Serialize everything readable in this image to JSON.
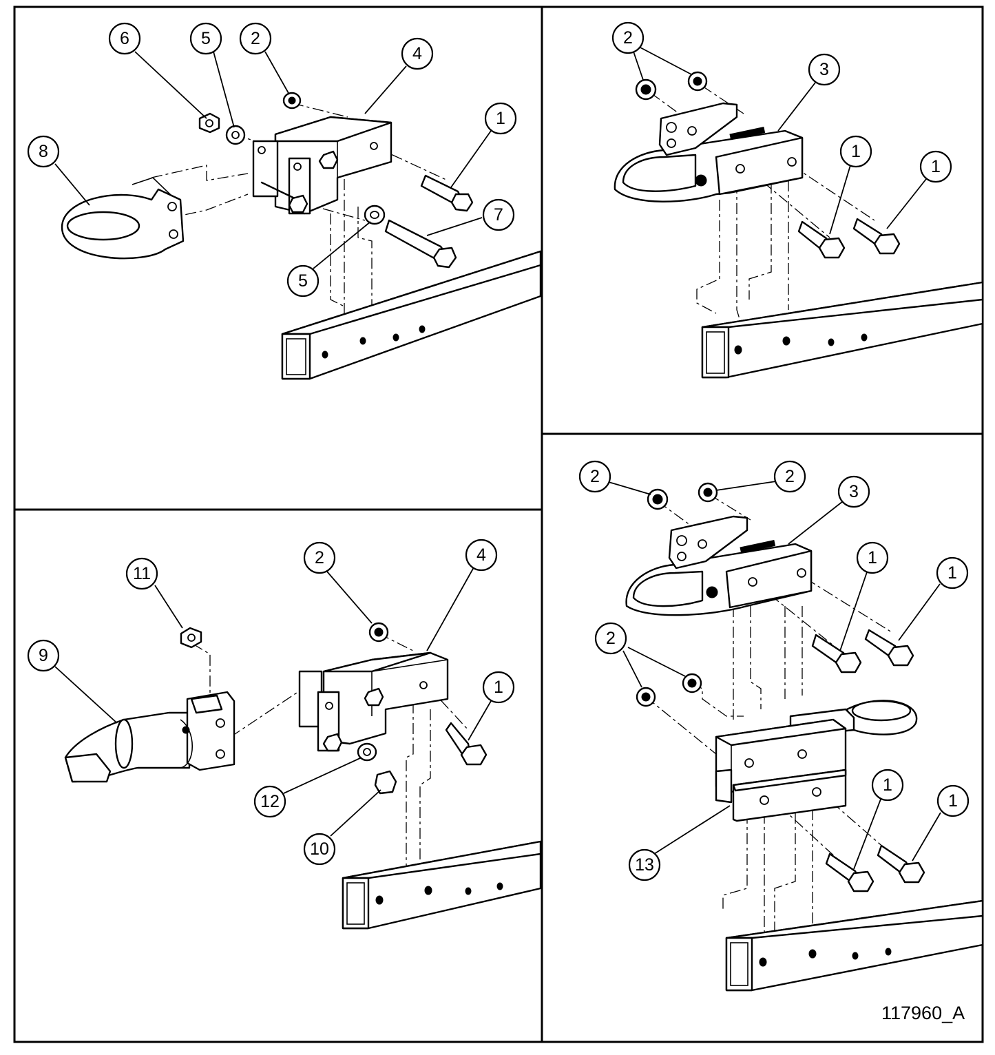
{
  "drawing_number": "117960_A",
  "panels": [
    {
      "name": "top-left",
      "callouts": [
        "6",
        "5",
        "2",
        "4",
        "1",
        "8",
        "7",
        "5"
      ]
    },
    {
      "name": "top-right",
      "callouts": [
        "2",
        "3",
        "1",
        "1"
      ]
    },
    {
      "name": "bottom-left",
      "callouts": [
        "11",
        "2",
        "4",
        "9",
        "1",
        "12",
        "10"
      ]
    },
    {
      "name": "bottom-right",
      "callouts": [
        "2",
        "2",
        "3",
        "1",
        "1",
        "2",
        "1",
        "1",
        "13"
      ]
    }
  ]
}
